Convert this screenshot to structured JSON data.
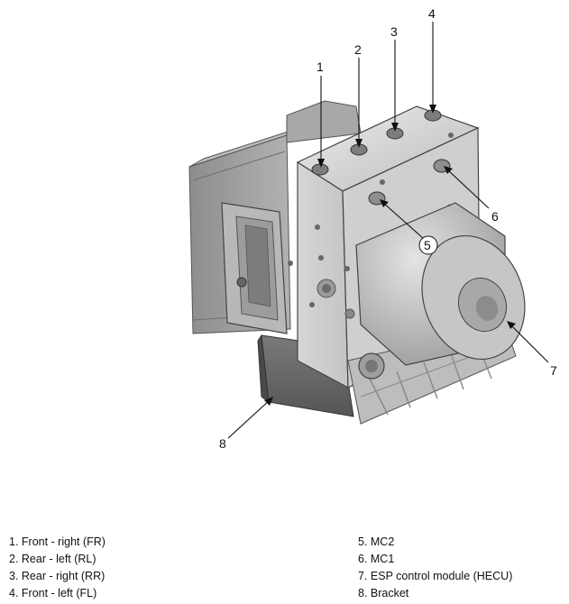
{
  "callouts": [
    {
      "number": "1"
    },
    {
      "number": "2"
    },
    {
      "number": "3"
    },
    {
      "number": "4"
    },
    {
      "number": "5"
    },
    {
      "number": "6"
    },
    {
      "number": "7"
    },
    {
      "number": "8"
    }
  ],
  "legend": {
    "left": [
      "1. Front - right (FR)",
      "2. Rear - left (RL)",
      "3. Rear - right (RR)",
      "4. Front - left (FL)"
    ],
    "right": [
      "5. MC2",
      "6. MC1",
      "7. ESP control module (HECU)",
      "8. Bracket"
    ]
  }
}
